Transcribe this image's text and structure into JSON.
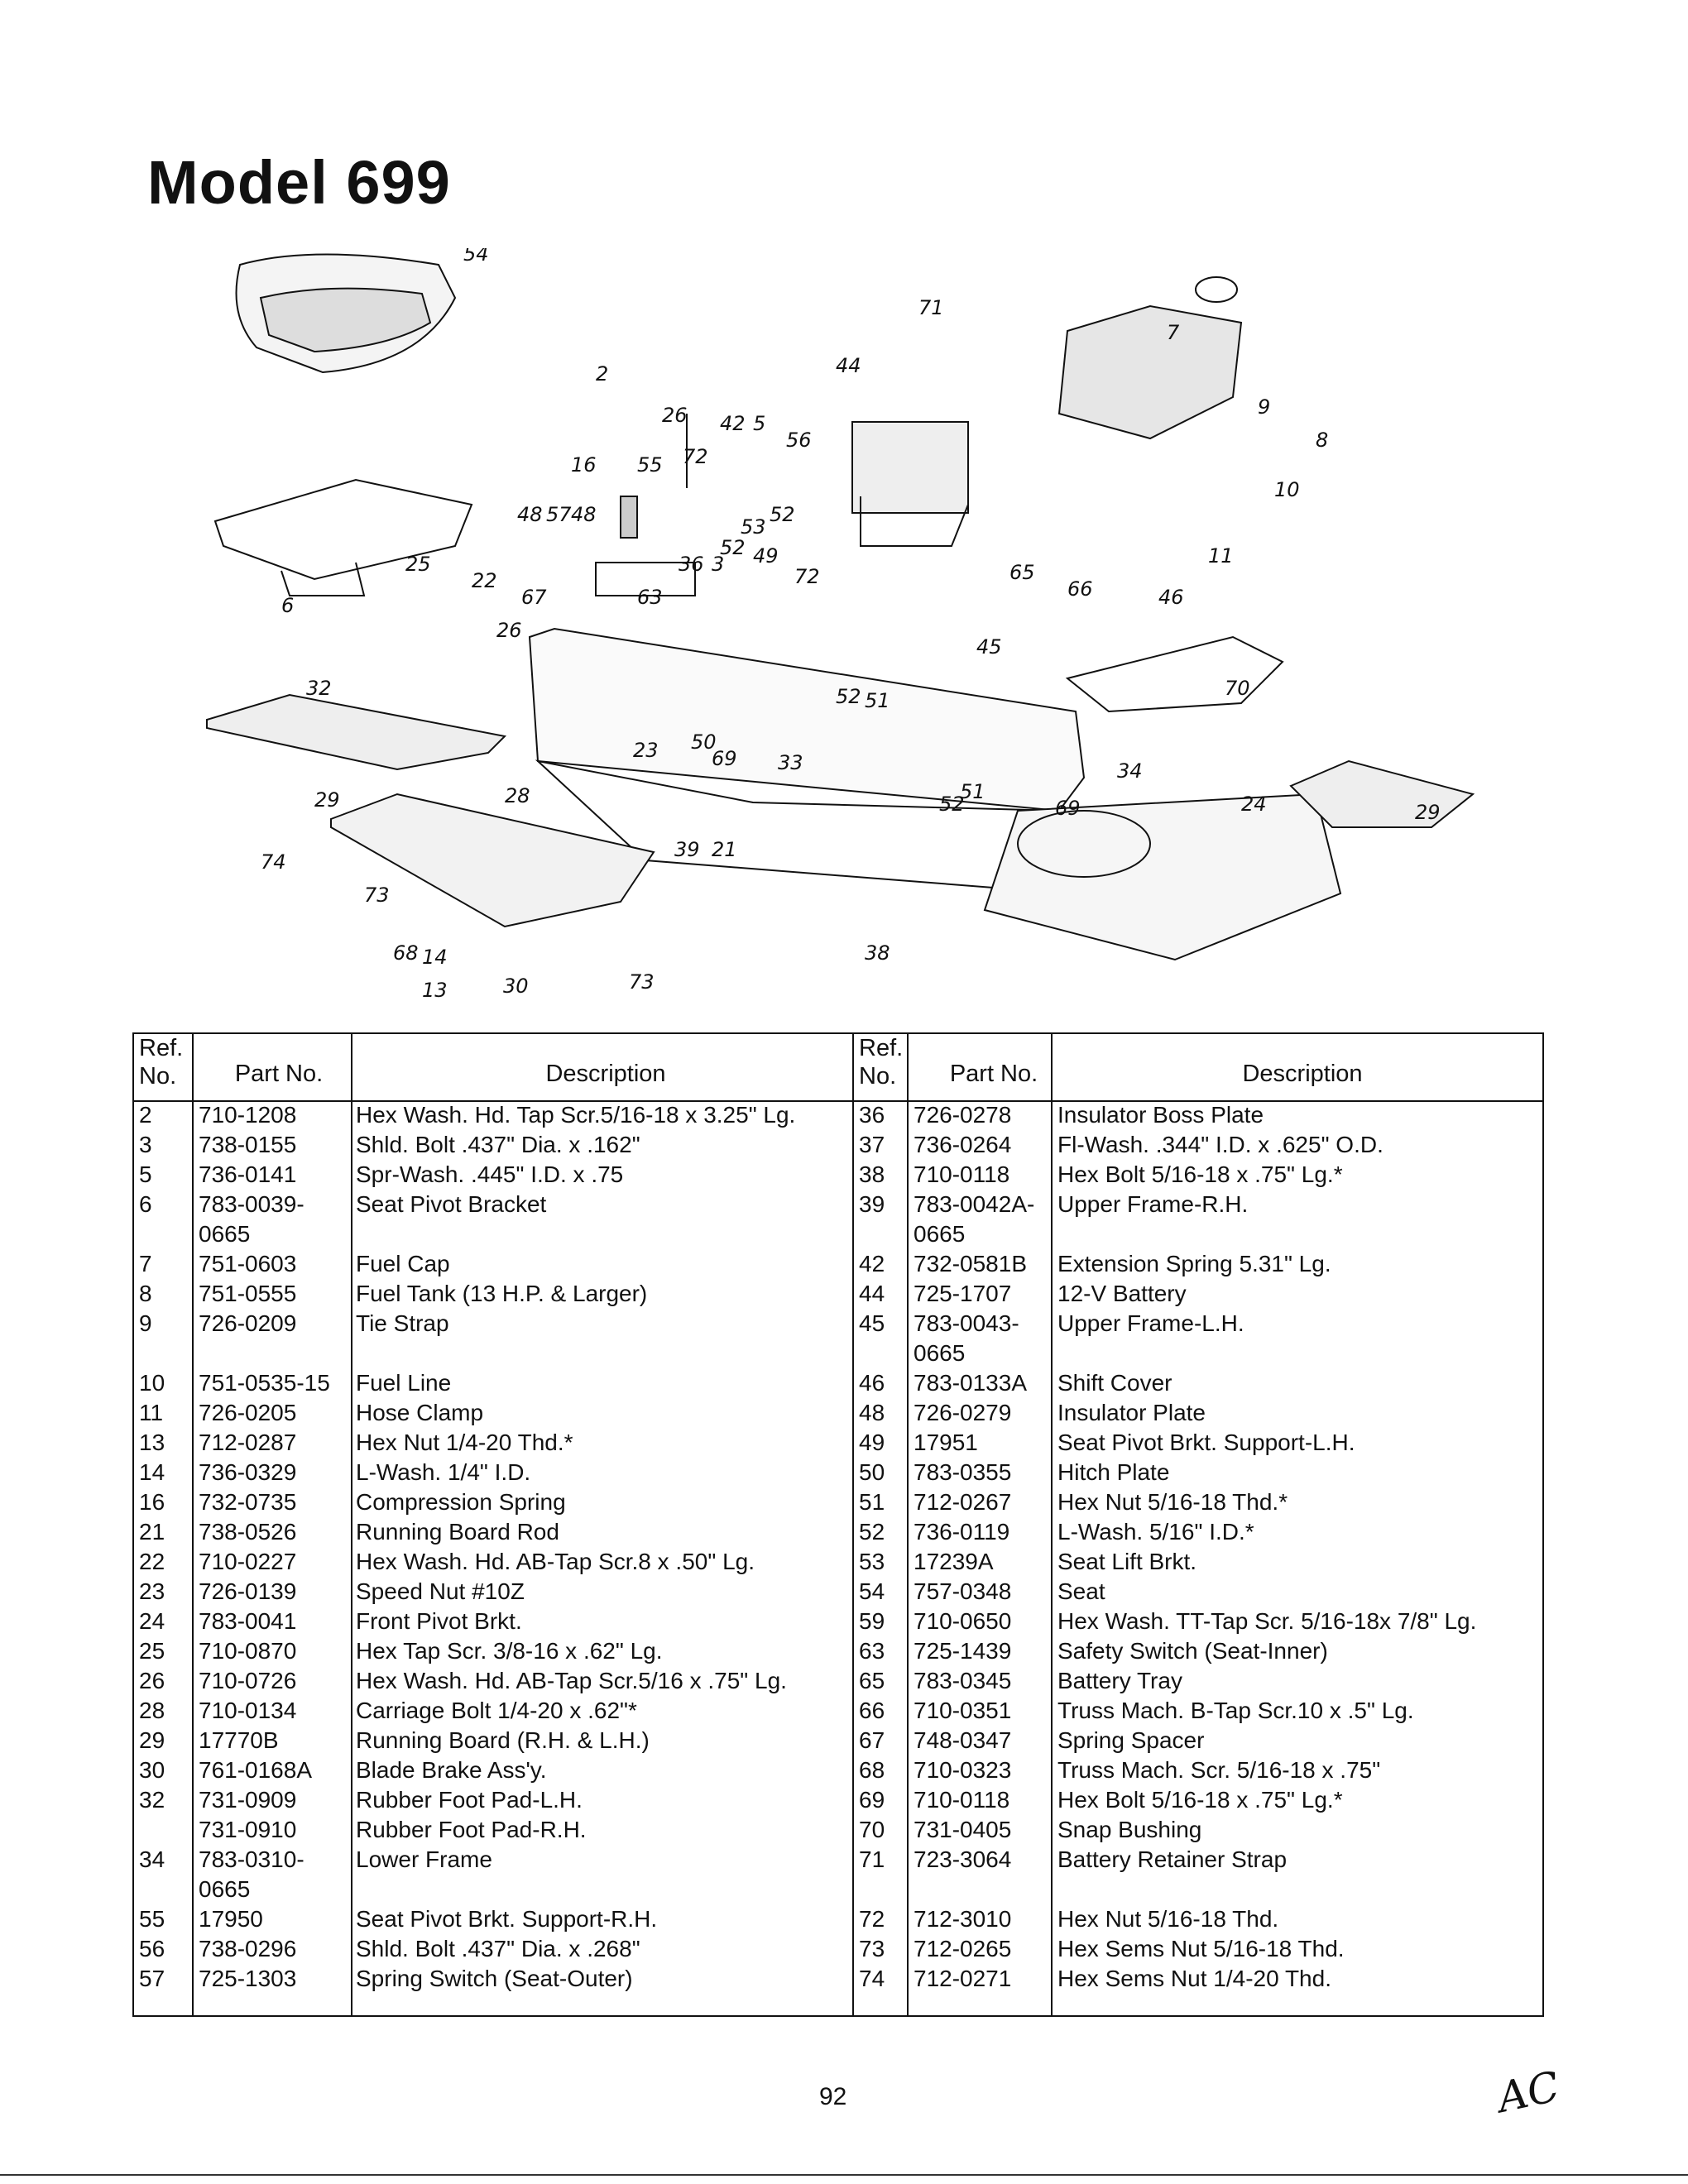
{
  "title": "Model 699",
  "diagram": {
    "callouts": [
      "54",
      "2",
      "71",
      "7",
      "44",
      "8",
      "9",
      "26",
      "42",
      "5",
      "56",
      "16",
      "55",
      "72",
      "10",
      "48",
      "57",
      "48",
      "53",
      "52",
      "11",
      "22",
      "36",
      "3",
      "49",
      "72",
      "65",
      "52",
      "6",
      "67",
      "63",
      "66",
      "46",
      "26",
      "45",
      "25",
      "52",
      "51",
      "70",
      "32",
      "23",
      "50",
      "69",
      "33",
      "51",
      "34",
      "24",
      "29",
      "28",
      "52",
      "29",
      "39",
      "21",
      "69",
      "74",
      "73",
      "68",
      "14",
      "30",
      "38",
      "73",
      "13"
    ]
  },
  "table": {
    "header": {
      "ref": "Ref.",
      "no": "No.",
      "part": "Part No.",
      "desc": "Description"
    },
    "left": [
      {
        "ref": "2",
        "part": "710-1208",
        "desc": "Hex Wash. Hd. Tap Scr.5/16-18 x 3.25\" Lg."
      },
      {
        "ref": "3",
        "part": "738-0155",
        "desc": "Shld. Bolt .437\" Dia. x .162\""
      },
      {
        "ref": "5",
        "part": "736-0141",
        "desc": "Spr-Wash. .445\" I.D. x .75"
      },
      {
        "ref": "6",
        "part": "783-0039-",
        "desc": "Seat Pivot Bracket"
      },
      {
        "ref": "",
        "part": "0665",
        "desc": ""
      },
      {
        "ref": "7",
        "part": "751-0603",
        "desc": "Fuel Cap"
      },
      {
        "ref": "8",
        "part": "751-0555",
        "desc": "Fuel Tank (13 H.P. & Larger)"
      },
      {
        "ref": "9",
        "part": "726-0209",
        "desc": "Tie Strap"
      },
      {
        "ref": "",
        "part": "",
        "desc": ""
      },
      {
        "ref": "10",
        "part": "751-0535-15",
        "desc": "Fuel Line"
      },
      {
        "ref": "11",
        "part": "726-0205",
        "desc": "Hose Clamp"
      },
      {
        "ref": "13",
        "part": "712-0287",
        "desc": "Hex Nut 1/4-20 Thd.*"
      },
      {
        "ref": "14",
        "part": "736-0329",
        "desc": "L-Wash. 1/4\" I.D."
      },
      {
        "ref": "16",
        "part": "732-0735",
        "desc": "Compression Spring"
      },
      {
        "ref": "21",
        "part": "738-0526",
        "desc": "Running Board Rod"
      },
      {
        "ref": "22",
        "part": "710-0227",
        "desc": "Hex Wash. Hd. AB-Tap Scr.8 x .50\" Lg."
      },
      {
        "ref": "23",
        "part": "726-0139",
        "desc": "Speed Nut #10Z"
      },
      {
        "ref": "24",
        "part": "783-0041",
        "desc": "Front Pivot Brkt."
      },
      {
        "ref": "25",
        "part": "710-0870",
        "desc": "Hex Tap Scr. 3/8-16 x .62\" Lg."
      },
      {
        "ref": "26",
        "part": "710-0726",
        "desc": "Hex Wash. Hd. AB-Tap Scr.5/16 x .75\" Lg."
      },
      {
        "ref": "28",
        "part": "710-0134",
        "desc": "Carriage Bolt 1/4-20 x .62\"*"
      },
      {
        "ref": "29",
        "part": "17770B",
        "desc": "Running Board (R.H. & L.H.)"
      },
      {
        "ref": "30",
        "part": "761-0168A",
        "desc": "Blade Brake Ass'y."
      },
      {
        "ref": "32",
        "part": "731-0909",
        "desc": "Rubber Foot Pad-L.H."
      },
      {
        "ref": "",
        "part": "731-0910",
        "desc": "Rubber Foot Pad-R.H."
      },
      {
        "ref": "34",
        "part": "783-0310-",
        "desc": "Lower Frame"
      },
      {
        "ref": "",
        "part": "0665",
        "desc": ""
      },
      {
        "ref": "55",
        "part": "17950",
        "desc": "Seat Pivot Brkt. Support-R.H."
      },
      {
        "ref": "56",
        "part": "738-0296",
        "desc": "Shld. Bolt .437\" Dia. x .268\""
      },
      {
        "ref": "57",
        "part": "725-1303",
        "desc": "Spring Switch (Seat-Outer)"
      }
    ],
    "right": [
      {
        "ref": "36",
        "part": "726-0278",
        "desc": "Insulator Boss Plate"
      },
      {
        "ref": "37",
        "part": "736-0264",
        "desc": "Fl-Wash. .344\" I.D. x .625\" O.D."
      },
      {
        "ref": "38",
        "part": "710-0118",
        "desc": "Hex Bolt 5/16-18 x .75\" Lg.*"
      },
      {
        "ref": "39",
        "part": "783-0042A-",
        "desc": "Upper Frame-R.H."
      },
      {
        "ref": "",
        "part": "0665",
        "desc": ""
      },
      {
        "ref": "42",
        "part": "732-0581B",
        "desc": "Extension Spring 5.31\" Lg."
      },
      {
        "ref": "44",
        "part": "725-1707",
        "desc": "12-V Battery"
      },
      {
        "ref": "45",
        "part": "783-0043-",
        "desc": "Upper Frame-L.H."
      },
      {
        "ref": "",
        "part": "0665",
        "desc": ""
      },
      {
        "ref": "46",
        "part": "783-0133A",
        "desc": "Shift Cover"
      },
      {
        "ref": "48",
        "part": "726-0279",
        "desc": "Insulator Plate"
      },
      {
        "ref": "49",
        "part": "17951",
        "desc": "Seat Pivot Brkt. Support-L.H."
      },
      {
        "ref": "50",
        "part": "783-0355",
        "desc": "Hitch Plate"
      },
      {
        "ref": "51",
        "part": "712-0267",
        "desc": "Hex Nut 5/16-18 Thd.*"
      },
      {
        "ref": "52",
        "part": "736-0119",
        "desc": "L-Wash. 5/16\" I.D.*"
      },
      {
        "ref": "53",
        "part": "17239A",
        "desc": "Seat Lift Brkt."
      },
      {
        "ref": "54",
        "part": "757-0348",
        "desc": "Seat"
      },
      {
        "ref": "59",
        "part": "710-0650",
        "desc": "Hex Wash. TT-Tap Scr. 5/16-18x 7/8\" Lg."
      },
      {
        "ref": "63",
        "part": "725-1439",
        "desc": "Safety Switch (Seat-Inner)"
      },
      {
        "ref": "65",
        "part": "783-0345",
        "desc": "Battery Tray"
      },
      {
        "ref": "66",
        "part": "710-0351",
        "desc": "Truss Mach. B-Tap Scr.10 x .5\" Lg."
      },
      {
        "ref": "67",
        "part": "748-0347",
        "desc": "Spring Spacer"
      },
      {
        "ref": "68",
        "part": "710-0323",
        "desc": "Truss Mach. Scr. 5/16-18 x .75\""
      },
      {
        "ref": "69",
        "part": "710-0118",
        "desc": "Hex Bolt 5/16-18 x .75\" Lg.*"
      },
      {
        "ref": "70",
        "part": "731-0405",
        "desc": "Snap Bushing"
      },
      {
        "ref": "71",
        "part": "723-3064",
        "desc": "Battery Retainer Strap"
      },
      {
        "ref": "",
        "part": "",
        "desc": ""
      },
      {
        "ref": "72",
        "part": "712-3010",
        "desc": "Hex Nut 5/16-18 Thd."
      },
      {
        "ref": "73",
        "part": "712-0265",
        "desc": "Hex Sems Nut 5/16-18 Thd."
      },
      {
        "ref": "74",
        "part": "712-0271",
        "desc": "Hex Sems Nut 1/4-20 Thd."
      }
    ]
  },
  "page_number": "92",
  "initials": "AC"
}
